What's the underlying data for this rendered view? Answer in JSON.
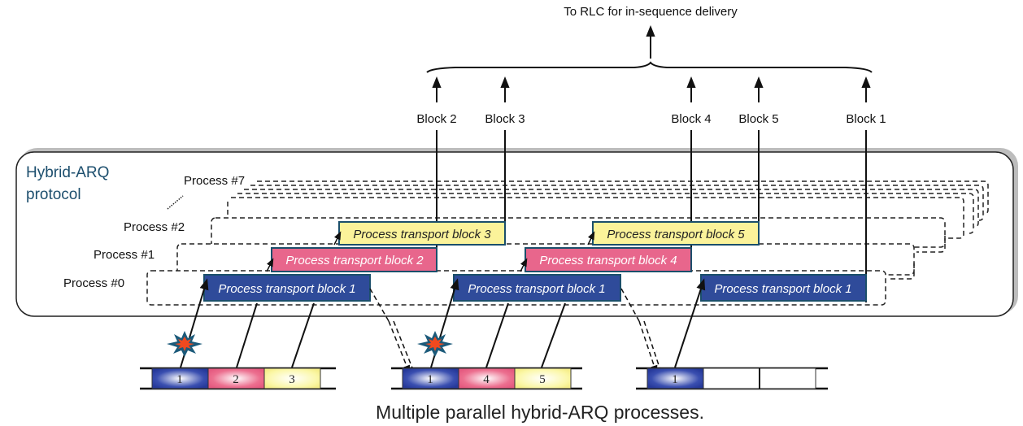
{
  "top_label": "To RLC for in-sequence delivery",
  "protocol_label_line1": "Hybrid-ARQ",
  "protocol_label_line2": "protocol",
  "processes": [
    {
      "name": "Process #0"
    },
    {
      "name": "Process #1"
    },
    {
      "name": "Process #2"
    },
    {
      "name": "Process #7"
    }
  ],
  "delivered_blocks": [
    "Block 2",
    "Block 3",
    "Block 4",
    "Block 5",
    "Block 1"
  ],
  "transport_blocks": [
    {
      "label": "Process transport block 1",
      "process": 0,
      "color": "#2f4b9a",
      "text_color": "#ffffff"
    },
    {
      "label": "Process transport block 2",
      "process": 1,
      "color": "#e8668c",
      "text_color": "#ffffff"
    },
    {
      "label": "Process transport block 3",
      "process": 2,
      "color": "#fbf39a",
      "text_color": "#222222"
    },
    {
      "label": "Process transport block 1",
      "process": 0,
      "color": "#2f4b9a",
      "text_color": "#ffffff"
    },
    {
      "label": "Process transport block 4",
      "process": 1,
      "color": "#e8668c",
      "text_color": "#ffffff"
    },
    {
      "label": "Process transport block 5",
      "process": 2,
      "color": "#fbf39a",
      "text_color": "#222222"
    },
    {
      "label": "Process transport block 1",
      "process": 0,
      "color": "#2f4b9a",
      "text_color": "#ffffff"
    }
  ],
  "transmissions": [
    {
      "slots": [
        "1",
        "2",
        "3"
      ],
      "error_on_first": true
    },
    {
      "slots": [
        "1",
        "4",
        "5"
      ],
      "error_on_first": true
    },
    {
      "slots": [
        "1",
        "",
        ""
      ],
      "error_on_first": false
    }
  ],
  "colors": {
    "blue": "#2f4b9a",
    "pink": "#e8668c",
    "yellow": "#fbf39a",
    "border": "#1b4f6b",
    "protocol_text": "#1d4f6e",
    "burst_outer": "#1b5a7a",
    "burst_inner": "#f0491f"
  },
  "caption": "Multiple parallel hybrid-ARQ processes."
}
